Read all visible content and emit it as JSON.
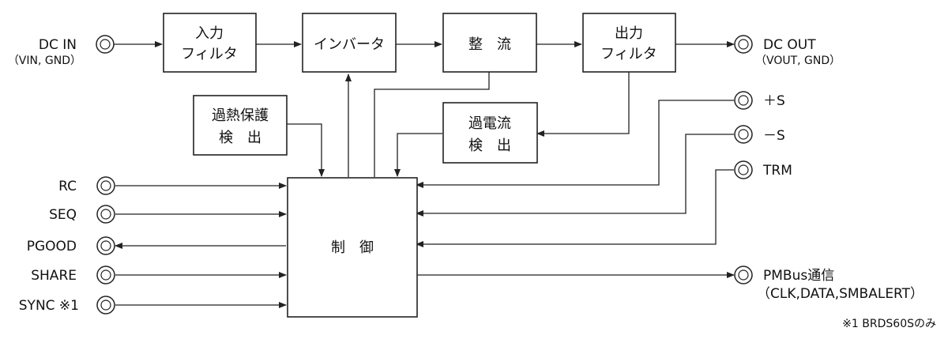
{
  "blocks": {
    "input_filter": [
      "入力",
      "フィルタ"
    ],
    "inverter": "インバータ",
    "rectifier": "整　流",
    "output_filter": [
      "出力",
      "フィルタ"
    ],
    "overheat": [
      "過熱保護",
      "検　出"
    ],
    "overcurrent": [
      "過電流",
      "検　出"
    ],
    "control": "制　御"
  },
  "terminals": {
    "dc_in": "DC IN",
    "dc_in_sub": "（VIN, GND）",
    "dc_out": "DC OUT",
    "dc_out_sub": "（VOUT, GND）",
    "rc": "RC",
    "seq": "SEQ",
    "pgood": "PGOOD",
    "share": "SHARE",
    "sync": "SYNC ※1",
    "plus_s": "＋S",
    "minus_s": "－S",
    "trm": "TRM",
    "pmbus": "PMBus通信",
    "pmbus_sub": "（CLK,DATA,SMBALERT）"
  },
  "footnote": "※1 BRDS60Sのみ"
}
